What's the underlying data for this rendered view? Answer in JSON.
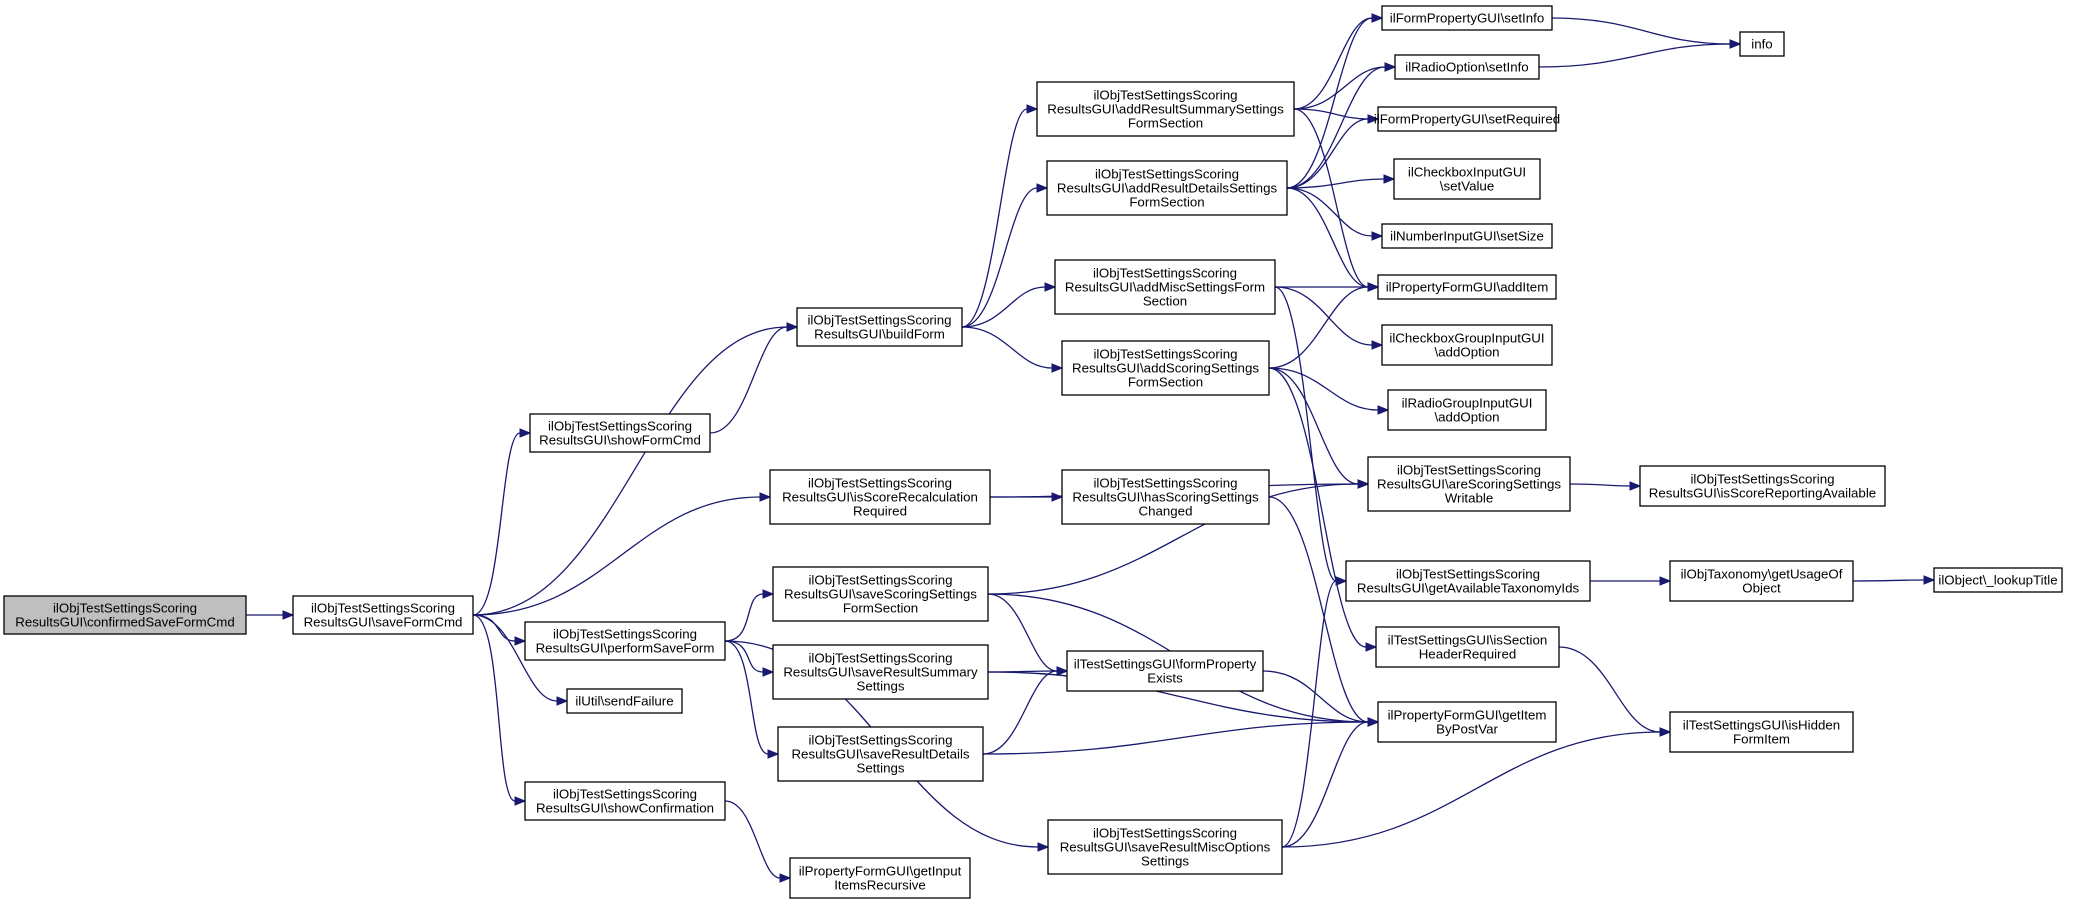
{
  "nodes": [
    {
      "id": "confirmedSaveFormCmd",
      "lines": [
        "ilObjTestSettingsScoring",
        "ResultsGUI\\confirmedSaveFormCmd"
      ],
      "highlight": true
    },
    {
      "id": "saveFormCmd",
      "lines": [
        "ilObjTestSettingsScoring",
        "ResultsGUI\\saveFormCmd"
      ]
    },
    {
      "id": "showFormCmd",
      "lines": [
        "ilObjTestSettingsScoring",
        "ResultsGUI\\showFormCmd"
      ]
    },
    {
      "id": "performSaveForm",
      "lines": [
        "ilObjTestSettingsScoring",
        "ResultsGUI\\performSaveForm"
      ]
    },
    {
      "id": "sendFailure",
      "lines": [
        "ilUtil\\sendFailure"
      ]
    },
    {
      "id": "showConfirmation",
      "lines": [
        "ilObjTestSettingsScoring",
        "ResultsGUI\\showConfirmation"
      ]
    },
    {
      "id": "buildForm",
      "lines": [
        "ilObjTestSettingsScoring",
        "ResultsGUI\\buildForm"
      ]
    },
    {
      "id": "isScoreRecalculationRequired",
      "lines": [
        "ilObjTestSettingsScoring",
        "ResultsGUI\\isScoreRecalculation",
        "Required"
      ]
    },
    {
      "id": "saveScoringSettingsFormSection",
      "lines": [
        "ilObjTestSettingsScoring",
        "ResultsGUI\\saveScoringSettings",
        "FormSection"
      ]
    },
    {
      "id": "saveResultSummarySettings",
      "lines": [
        "ilObjTestSettingsScoring",
        "ResultsGUI\\saveResultSummary",
        "Settings"
      ]
    },
    {
      "id": "saveResultDetailsSettings",
      "lines": [
        "ilObjTestSettingsScoring",
        "ResultsGUI\\saveResultDetails",
        "Settings"
      ]
    },
    {
      "id": "getInputItemsRecursive",
      "lines": [
        "ilPropertyFormGUI\\getInput",
        "ItemsRecursive"
      ]
    },
    {
      "id": "addResultSummarySettingsFormSection",
      "lines": [
        "ilObjTestSettingsScoring",
        "ResultsGUI\\addResultSummarySettings",
        "FormSection"
      ]
    },
    {
      "id": "addResultDetailsSettingsFormSection",
      "lines": [
        "ilObjTestSettingsScoring",
        "ResultsGUI\\addResultDetailsSettings",
        "FormSection"
      ]
    },
    {
      "id": "addMiscSettingsFormSection",
      "lines": [
        "ilObjTestSettingsScoring",
        "ResultsGUI\\addMiscSettingsForm",
        "Section"
      ]
    },
    {
      "id": "addScoringSettingsFormSection",
      "lines": [
        "ilObjTestSettingsScoring",
        "ResultsGUI\\addScoringSettings",
        "FormSection"
      ]
    },
    {
      "id": "hasScoringSettingsChanged",
      "lines": [
        "ilObjTestSettingsScoring",
        "ResultsGUI\\hasScoringSettings",
        "Changed"
      ]
    },
    {
      "id": "formPropertyExists",
      "lines": [
        "ilTestSettingsGUI\\formProperty",
        "Exists"
      ]
    },
    {
      "id": "saveResultMiscOptionsSettings",
      "lines": [
        "ilObjTestSettingsScoring",
        "ResultsGUI\\saveResultMiscOptions",
        "Settings"
      ]
    },
    {
      "id": "setInfoFormProperty",
      "lines": [
        "ilFormPropertyGUI\\setInfo"
      ]
    },
    {
      "id": "setInfoRadioOption",
      "lines": [
        "ilRadioOption\\setInfo"
      ]
    },
    {
      "id": "setRequired",
      "lines": [
        "ilFormPropertyGUI\\setRequired"
      ]
    },
    {
      "id": "checkboxSetValue",
      "lines": [
        "ilCheckboxInputGUI",
        "\\setValue"
      ]
    },
    {
      "id": "numberSetSize",
      "lines": [
        "ilNumberInputGUI\\setSize"
      ]
    },
    {
      "id": "addItem",
      "lines": [
        "ilPropertyFormGUI\\addItem"
      ]
    },
    {
      "id": "checkboxGroupAddOption",
      "lines": [
        "ilCheckboxGroupInputGUI",
        "\\addOption"
      ]
    },
    {
      "id": "radioGroupAddOption",
      "lines": [
        "ilRadioGroupInputGUI",
        "\\addOption"
      ]
    },
    {
      "id": "areScoringSettingsWritable",
      "lines": [
        "ilObjTestSettingsScoring",
        "ResultsGUI\\areScoringSettings",
        "Writable"
      ]
    },
    {
      "id": "getAvailableTaxonomyIds",
      "lines": [
        "ilObjTestSettingsScoring",
        "ResultsGUI\\getAvailableTaxonomyIds"
      ]
    },
    {
      "id": "isSectionHeaderRequired",
      "lines": [
        "ilTestSettingsGUI\\isSection",
        "HeaderRequired"
      ]
    },
    {
      "id": "getItemByPostVar",
      "lines": [
        "ilPropertyFormGUI\\getItem",
        "ByPostVar"
      ]
    },
    {
      "id": "info",
      "lines": [
        "info"
      ]
    },
    {
      "id": "isScoreReportingAvailable",
      "lines": [
        "ilObjTestSettingsScoring",
        "ResultsGUI\\isScoreReportingAvailable"
      ]
    },
    {
      "id": "getUsageOfObject",
      "lines": [
        "ilObjTaxonomy\\getUsageOf",
        "Object"
      ]
    },
    {
      "id": "lookupTitle",
      "lines": [
        "ilObject\\_lookupTitle"
      ]
    },
    {
      "id": "isHiddenFormItem",
      "lines": [
        "ilTestSettingsGUI\\isHidden",
        "FormItem"
      ]
    }
  ],
  "edges": [
    [
      "confirmedSaveFormCmd",
      "saveFormCmd"
    ],
    [
      "saveFormCmd",
      "buildForm"
    ],
    [
      "saveFormCmd",
      "showFormCmd"
    ],
    [
      "saveFormCmd",
      "isScoreRecalculationRequired"
    ],
    [
      "saveFormCmd",
      "performSaveForm"
    ],
    [
      "saveFormCmd",
      "sendFailure"
    ],
    [
      "saveFormCmd",
      "showConfirmation"
    ],
    [
      "showFormCmd",
      "buildForm"
    ],
    [
      "performSaveForm",
      "saveScoringSettingsFormSection"
    ],
    [
      "performSaveForm",
      "saveResultSummarySettings"
    ],
    [
      "performSaveForm",
      "saveResultDetailsSettings"
    ],
    [
      "performSaveForm",
      "saveResultMiscOptionsSettings"
    ],
    [
      "showConfirmation",
      "getInputItemsRecursive"
    ],
    [
      "buildForm",
      "addResultSummarySettingsFormSection"
    ],
    [
      "buildForm",
      "addResultDetailsSettingsFormSection"
    ],
    [
      "buildForm",
      "addMiscSettingsFormSection"
    ],
    [
      "buildForm",
      "addScoringSettingsFormSection"
    ],
    [
      "isScoreRecalculationRequired",
      "hasScoringSettingsChanged"
    ],
    [
      "isScoreRecalculationRequired",
      "areScoringSettingsWritable"
    ],
    [
      "saveScoringSettingsFormSection",
      "areScoringSettingsWritable"
    ],
    [
      "saveScoringSettingsFormSection",
      "formPropertyExists"
    ],
    [
      "saveScoringSettingsFormSection",
      "getItemByPostVar"
    ],
    [
      "saveResultSummarySettings",
      "formPropertyExists"
    ],
    [
      "saveResultSummarySettings",
      "getItemByPostVar"
    ],
    [
      "saveResultDetailsSettings",
      "formPropertyExists"
    ],
    [
      "saveResultDetailsSettings",
      "getItemByPostVar"
    ],
    [
      "saveResultMiscOptionsSettings",
      "getItemByPostVar"
    ],
    [
      "saveResultMiscOptionsSettings",
      "isHiddenFormItem"
    ],
    [
      "saveResultMiscOptionsSettings",
      "getAvailableTaxonomyIds"
    ],
    [
      "hasScoringSettingsChanged",
      "getItemByPostVar"
    ],
    [
      "formPropertyExists",
      "getItemByPostVar"
    ],
    [
      "addResultSummarySettingsFormSection",
      "setInfoFormProperty"
    ],
    [
      "addResultSummarySettingsFormSection",
      "setInfoRadioOption"
    ],
    [
      "addResultSummarySettingsFormSection",
      "setRequired"
    ],
    [
      "addResultSummarySettingsFormSection",
      "addItem"
    ],
    [
      "addResultDetailsSettingsFormSection",
      "setInfoFormProperty"
    ],
    [
      "addResultDetailsSettingsFormSection",
      "setInfoRadioOption"
    ],
    [
      "addResultDetailsSettingsFormSection",
      "setRequired"
    ],
    [
      "addResultDetailsSettingsFormSection",
      "checkboxSetValue"
    ],
    [
      "addResultDetailsSettingsFormSection",
      "numberSetSize"
    ],
    [
      "addResultDetailsSettingsFormSection",
      "addItem"
    ],
    [
      "addMiscSettingsFormSection",
      "addItem"
    ],
    [
      "addMiscSettingsFormSection",
      "checkboxGroupAddOption"
    ],
    [
      "addMiscSettingsFormSection",
      "getAvailableTaxonomyIds"
    ],
    [
      "addScoringSettingsFormSection",
      "addItem"
    ],
    [
      "addScoringSettingsFormSection",
      "radioGroupAddOption"
    ],
    [
      "addScoringSettingsFormSection",
      "areScoringSettingsWritable"
    ],
    [
      "addScoringSettingsFormSection",
      "isSectionHeaderRequired"
    ],
    [
      "setInfoFormProperty",
      "info"
    ],
    [
      "setInfoRadioOption",
      "info"
    ],
    [
      "areScoringSettingsWritable",
      "isScoreReportingAvailable"
    ],
    [
      "getAvailableTaxonomyIds",
      "getUsageOfObject"
    ],
    [
      "getUsageOfObject",
      "lookupTitle"
    ],
    [
      "isSectionHeaderRequired",
      "isHiddenFormItem"
    ]
  ],
  "colors": {
    "edge": "#191970",
    "node_border": "#000000",
    "node_fill": "#ffffff",
    "root_fill": "#bfbfbf"
  }
}
